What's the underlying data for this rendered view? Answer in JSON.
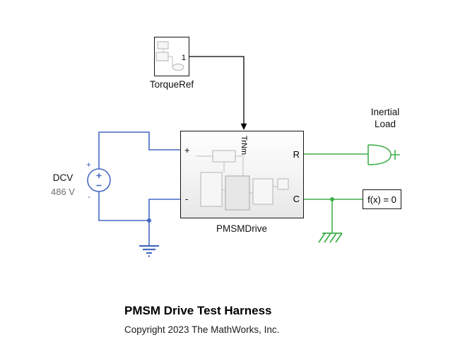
{
  "colors": {
    "electrical": "#4668c3",
    "mechanical": "#3fae49",
    "signal": "#000000",
    "border": "#141414"
  },
  "torque_ref": {
    "name": "TorqueRef",
    "port": "1"
  },
  "pmsm_drive": {
    "name": "PMSMDrive",
    "ports": {
      "plus": "+",
      "minus": "-",
      "torque": "TrNm",
      "r": "R",
      "c": "C"
    }
  },
  "dc_source": {
    "name": "DCV",
    "value": "486 V",
    "plus": "+",
    "minus": "-"
  },
  "inertial_load": {
    "line1": "Inertial",
    "line2": "Load"
  },
  "solver": {
    "label": "f(x) = 0"
  },
  "annotation": {
    "title": "PMSM Drive Test Harness",
    "copyright": "Copyright 2023 The MathWorks, Inc."
  }
}
